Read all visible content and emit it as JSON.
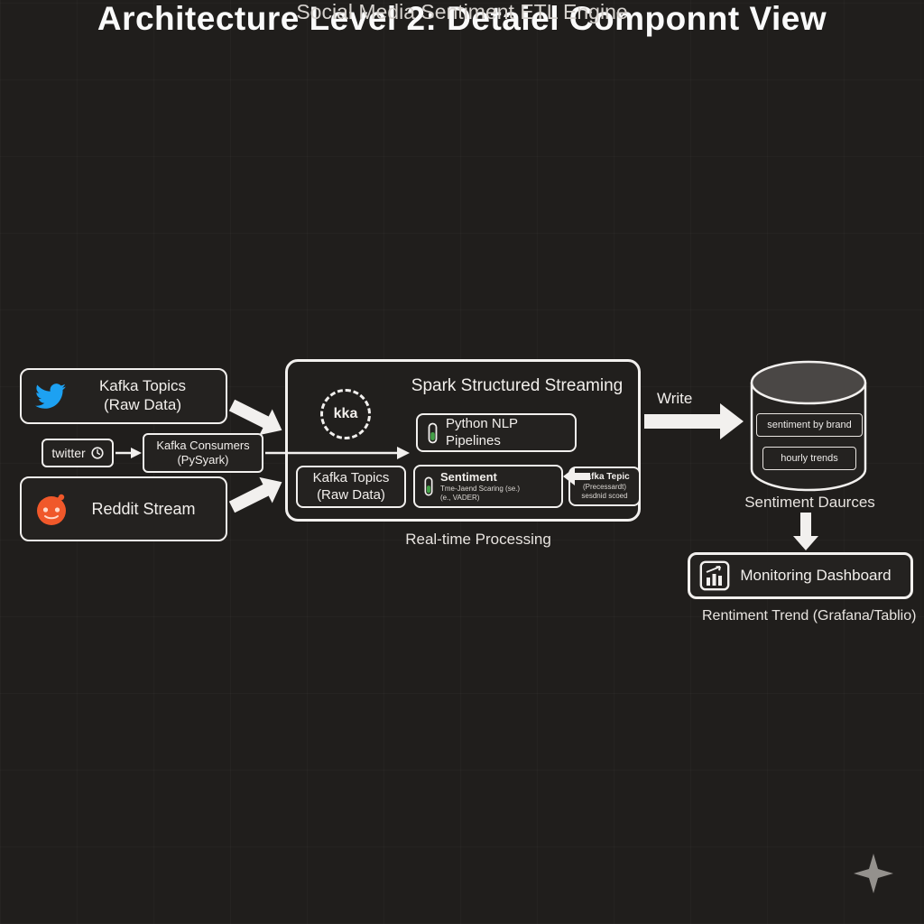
{
  "header": {
    "title": "Architecture Level 2: Detaiel Componnt View",
    "subtitle": "Social Media Sentiment ETL Engine"
  },
  "left": {
    "twitter_box": {
      "line1": "Kafka Topics",
      "line2": "(Raw Data)"
    },
    "twitter_tag": "twitter",
    "consumers": {
      "line1": "Kafka Consumers",
      "line2": "(PySyark)"
    },
    "reddit_box": "Reddit Stream"
  },
  "spark": {
    "title": "Spark Structured Streaming",
    "kafka_icon": "kka",
    "python_nlp": {
      "line1": "Python NLP",
      "line2": "Pipelines"
    },
    "raw_topics": {
      "line1": "Kafka Topics",
      "line2": "(Raw Data)"
    },
    "sentiment": {
      "line1": "Sentiment",
      "line2": "Tme-Jaend Scaring (se.)",
      "line3": "(e., VADER)"
    },
    "processed": {
      "line1": "Kafka Tepic",
      "line2": "(Precessardt)",
      "line3": "sesdnid scoed"
    },
    "caption": "Real-time Processing"
  },
  "write_label": "Write",
  "database": {
    "row1": "sentiment by brand",
    "row2": "hourly trends",
    "caption": "Sentiment Daurces"
  },
  "dashboard": {
    "label": "Monitoring Dashboard",
    "caption": "Rentiment Trend (Grafana/Tablio)"
  },
  "colors": {
    "twitter_blue": "#1DA1F2",
    "reddit_orange": "#F0582A",
    "vial_green": "#43A047",
    "line_white": "#F2F0EE"
  }
}
